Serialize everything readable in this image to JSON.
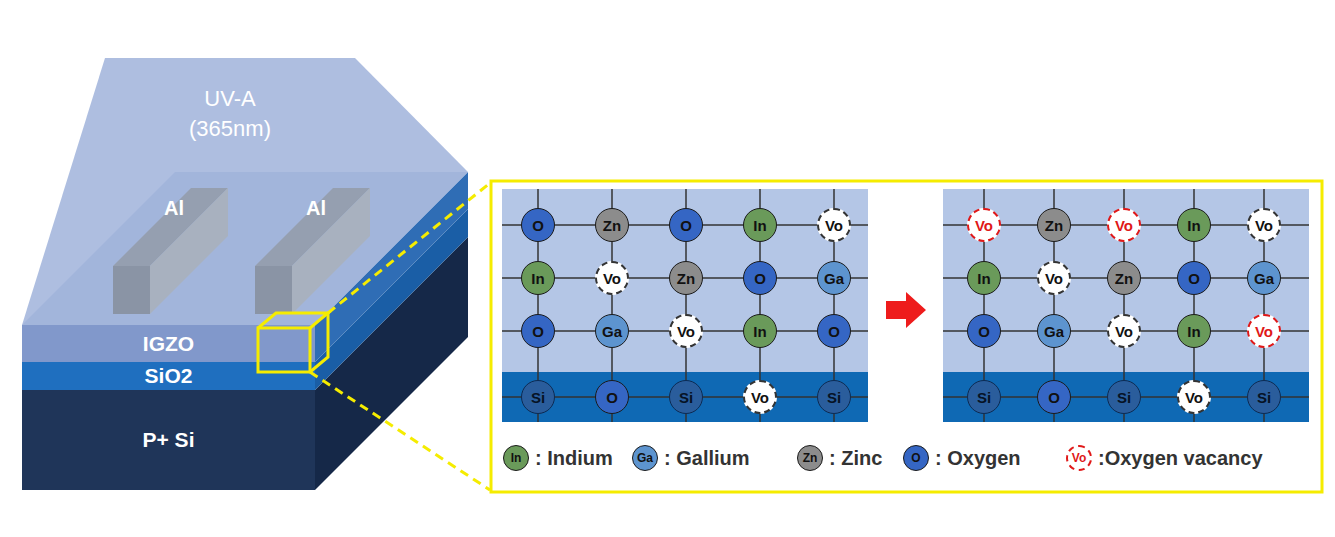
{
  "diagram": {
    "nodes": [
      {
        "text": [
          "UV-A (365nm)"
        ]
      },
      {
        "text": [
          "Al"
        ]
      },
      {
        "text": [
          "Al"
        ]
      },
      {
        "text": [
          "IGZO"
        ]
      },
      {
        "text": [
          "SiO2"
        ]
      },
      {
        "text": [
          "P+ Si"
        ]
      },
      {
        "text": [
          "O"
        ]
      },
      {
        "text": [
          "Zn"
        ]
      },
      {
        "text": [
          "O"
        ]
      },
      {
        "text": [
          "In"
        ]
      },
      {
        "text": [
          "Vo"
        ]
      },
      {
        "text": [
          "In"
        ]
      },
      {
        "text": [
          "Vo"
        ]
      },
      {
        "text": [
          "Zn"
        ]
      },
      {
        "text": [
          "O"
        ]
      },
      {
        "text": [
          "Ga"
        ]
      },
      {
        "text": [
          "O"
        ]
      },
      {
        "text": [
          "Ga"
        ]
      },
      {
        "text": [
          "Vo"
        ]
      },
      {
        "text": [
          "In"
        ]
      },
      {
        "text": [
          "O"
        ]
      },
      {
        "text": [
          "Si"
        ]
      },
      {
        "text": [
          "O"
        ]
      },
      {
        "text": [
          "Si"
        ]
      },
      {
        "text": [
          "Vo"
        ]
      },
      {
        "text": [
          "Si"
        ]
      },
      {
        "text": [
          "Vo"
        ]
      },
      {
        "text": [
          "Zn"
        ]
      },
      {
        "text": [
          "Vo"
        ]
      },
      {
        "text": [
          "In"
        ]
      },
      {
        "text": [
          "Vo"
        ]
      },
      {
        "text": [
          "In"
        ]
      },
      {
        "text": [
          "Vo"
        ]
      },
      {
        "text": [
          "Zn"
        ]
      },
      {
        "text": [
          "O"
        ]
      },
      {
        "text": [
          "Ga"
        ]
      },
      {
        "text": [
          "O"
        ]
      },
      {
        "text": [
          "Ga"
        ]
      },
      {
        "text": [
          "Vo"
        ]
      },
      {
        "text": [
          "In"
        ]
      },
      {
        "text": [
          "Vo"
        ]
      },
      {
        "text": [
          "Si"
        ]
      },
      {
        "text": [
          "O"
        ]
      },
      {
        "text": [
          "Si"
        ]
      },
      {
        "text": [
          "Vo"
        ]
      },
      {
        "text": [
          "Si"
        ]
      }
    ],
    "edges": [
      {
        "from": 6,
        "to": 7,
        "arrow": "none"
      },
      {
        "from": 7,
        "to": 8,
        "arrow": "none"
      },
      {
        "from": 8,
        "to": 9,
        "arrow": "none"
      },
      {
        "from": 9,
        "to": 10,
        "arrow": "none"
      },
      {
        "from": 11,
        "to": 12,
        "arrow": "none"
      },
      {
        "from": 12,
        "to": 13,
        "arrow": "none"
      },
      {
        "from": 13,
        "to": 14,
        "arrow": "none"
      },
      {
        "from": 14,
        "to": 15,
        "arrow": "none"
      },
      {
        "from": 16,
        "to": 17,
        "arrow": "none"
      },
      {
        "from": 17,
        "to": 18,
        "arrow": "none"
      },
      {
        "from": 18,
        "to": 19,
        "arrow": "none"
      },
      {
        "from": 19,
        "to": 20,
        "arrow": "none"
      },
      {
        "from": 21,
        "to": 22,
        "arrow": "none"
      },
      {
        "from": 22,
        "to": 23,
        "arrow": "none"
      },
      {
        "from": 23,
        "to": 24,
        "arrow": "none"
      },
      {
        "from": 24,
        "to": 25,
        "arrow": "none"
      },
      {
        "from": 6,
        "to": 11,
        "arrow": "none"
      },
      {
        "from": 7,
        "to": 12,
        "arrow": "none"
      },
      {
        "from": 8,
        "to": 13,
        "arrow": "none"
      },
      {
        "from": 9,
        "to": 14,
        "arrow": "none"
      },
      {
        "from": 10,
        "to": 15,
        "arrow": "none"
      },
      {
        "from": 11,
        "to": 16,
        "arrow": "none"
      },
      {
        "from": 12,
        "to": 17,
        "arrow": "none"
      },
      {
        "from": 13,
        "to": 18,
        "arrow": "none"
      },
      {
        "from": 14,
        "to": 19,
        "arrow": "none"
      },
      {
        "from": 15,
        "to": 20,
        "arrow": "none"
      },
      {
        "from": 26,
        "to": 27,
        "arrow": "none"
      },
      {
        "from": 27,
        "to": 28,
        "arrow": "none"
      },
      {
        "from": 28,
        "to": 29,
        "arrow": "none"
      },
      {
        "from": 29,
        "to": 30,
        "arrow": "none"
      },
      {
        "from": 31,
        "to": 32,
        "arrow": "none"
      },
      {
        "from": 32,
        "to": 33,
        "arrow": "none"
      },
      {
        "from": 33,
        "to": 34,
        "arrow": "none"
      },
      {
        "from": 34,
        "to": 35,
        "arrow": "none"
      },
      {
        "from": 36,
        "to": 37,
        "arrow": "none"
      },
      {
        "from": 37,
        "to": 38,
        "arrow": "none"
      },
      {
        "from": 38,
        "to": 39,
        "arrow": "none"
      },
      {
        "from": 39,
        "to": 40,
        "arrow": "none"
      },
      {
        "from": 41,
        "to": 42,
        "arrow": "none"
      },
      {
        "from": 42,
        "to": 43,
        "arrow": "none"
      },
      {
        "from": 43,
        "to": 44,
        "arrow": "none"
      },
      {
        "from": 44,
        "to": 45,
        "arrow": "none"
      },
      {
        "from": 26,
        "to": 31,
        "arrow": "none"
      },
      {
        "from": 27,
        "to": 32,
        "arrow": "none"
      },
      {
        "from": 28,
        "to": 33,
        "arrow": "none"
      },
      {
        "from": 29,
        "to": 34,
        "arrow": "none"
      },
      {
        "from": 30,
        "to": 35,
        "arrow": "none"
      },
      {
        "from": 31,
        "to": 36,
        "arrow": "none"
      },
      {
        "from": 32,
        "to": 37,
        "arrow": "none"
      },
      {
        "from": 33,
        "to": 38,
        "arrow": "none"
      },
      {
        "from": 34,
        "to": 39,
        "arrow": "none"
      },
      {
        "from": 35,
        "to": 40,
        "arrow": "none"
      }
    ],
    "labels": [
      "In",
      "Ga",
      "Zn",
      "O",
      "Vo"
    ],
    "legend": [
      {
        "text": ": Indium",
        "color": "#6a9a5a"
      },
      {
        "text": ": Gallium",
        "color": "#5d94cf"
      },
      {
        "text": ": Zinc",
        "color": "#8c8c8c"
      },
      {
        "text": ": Oxygen",
        "color": "#3566c4"
      },
      {
        "text": ":Oxygen vacancy"
      }
    ]
  }
}
